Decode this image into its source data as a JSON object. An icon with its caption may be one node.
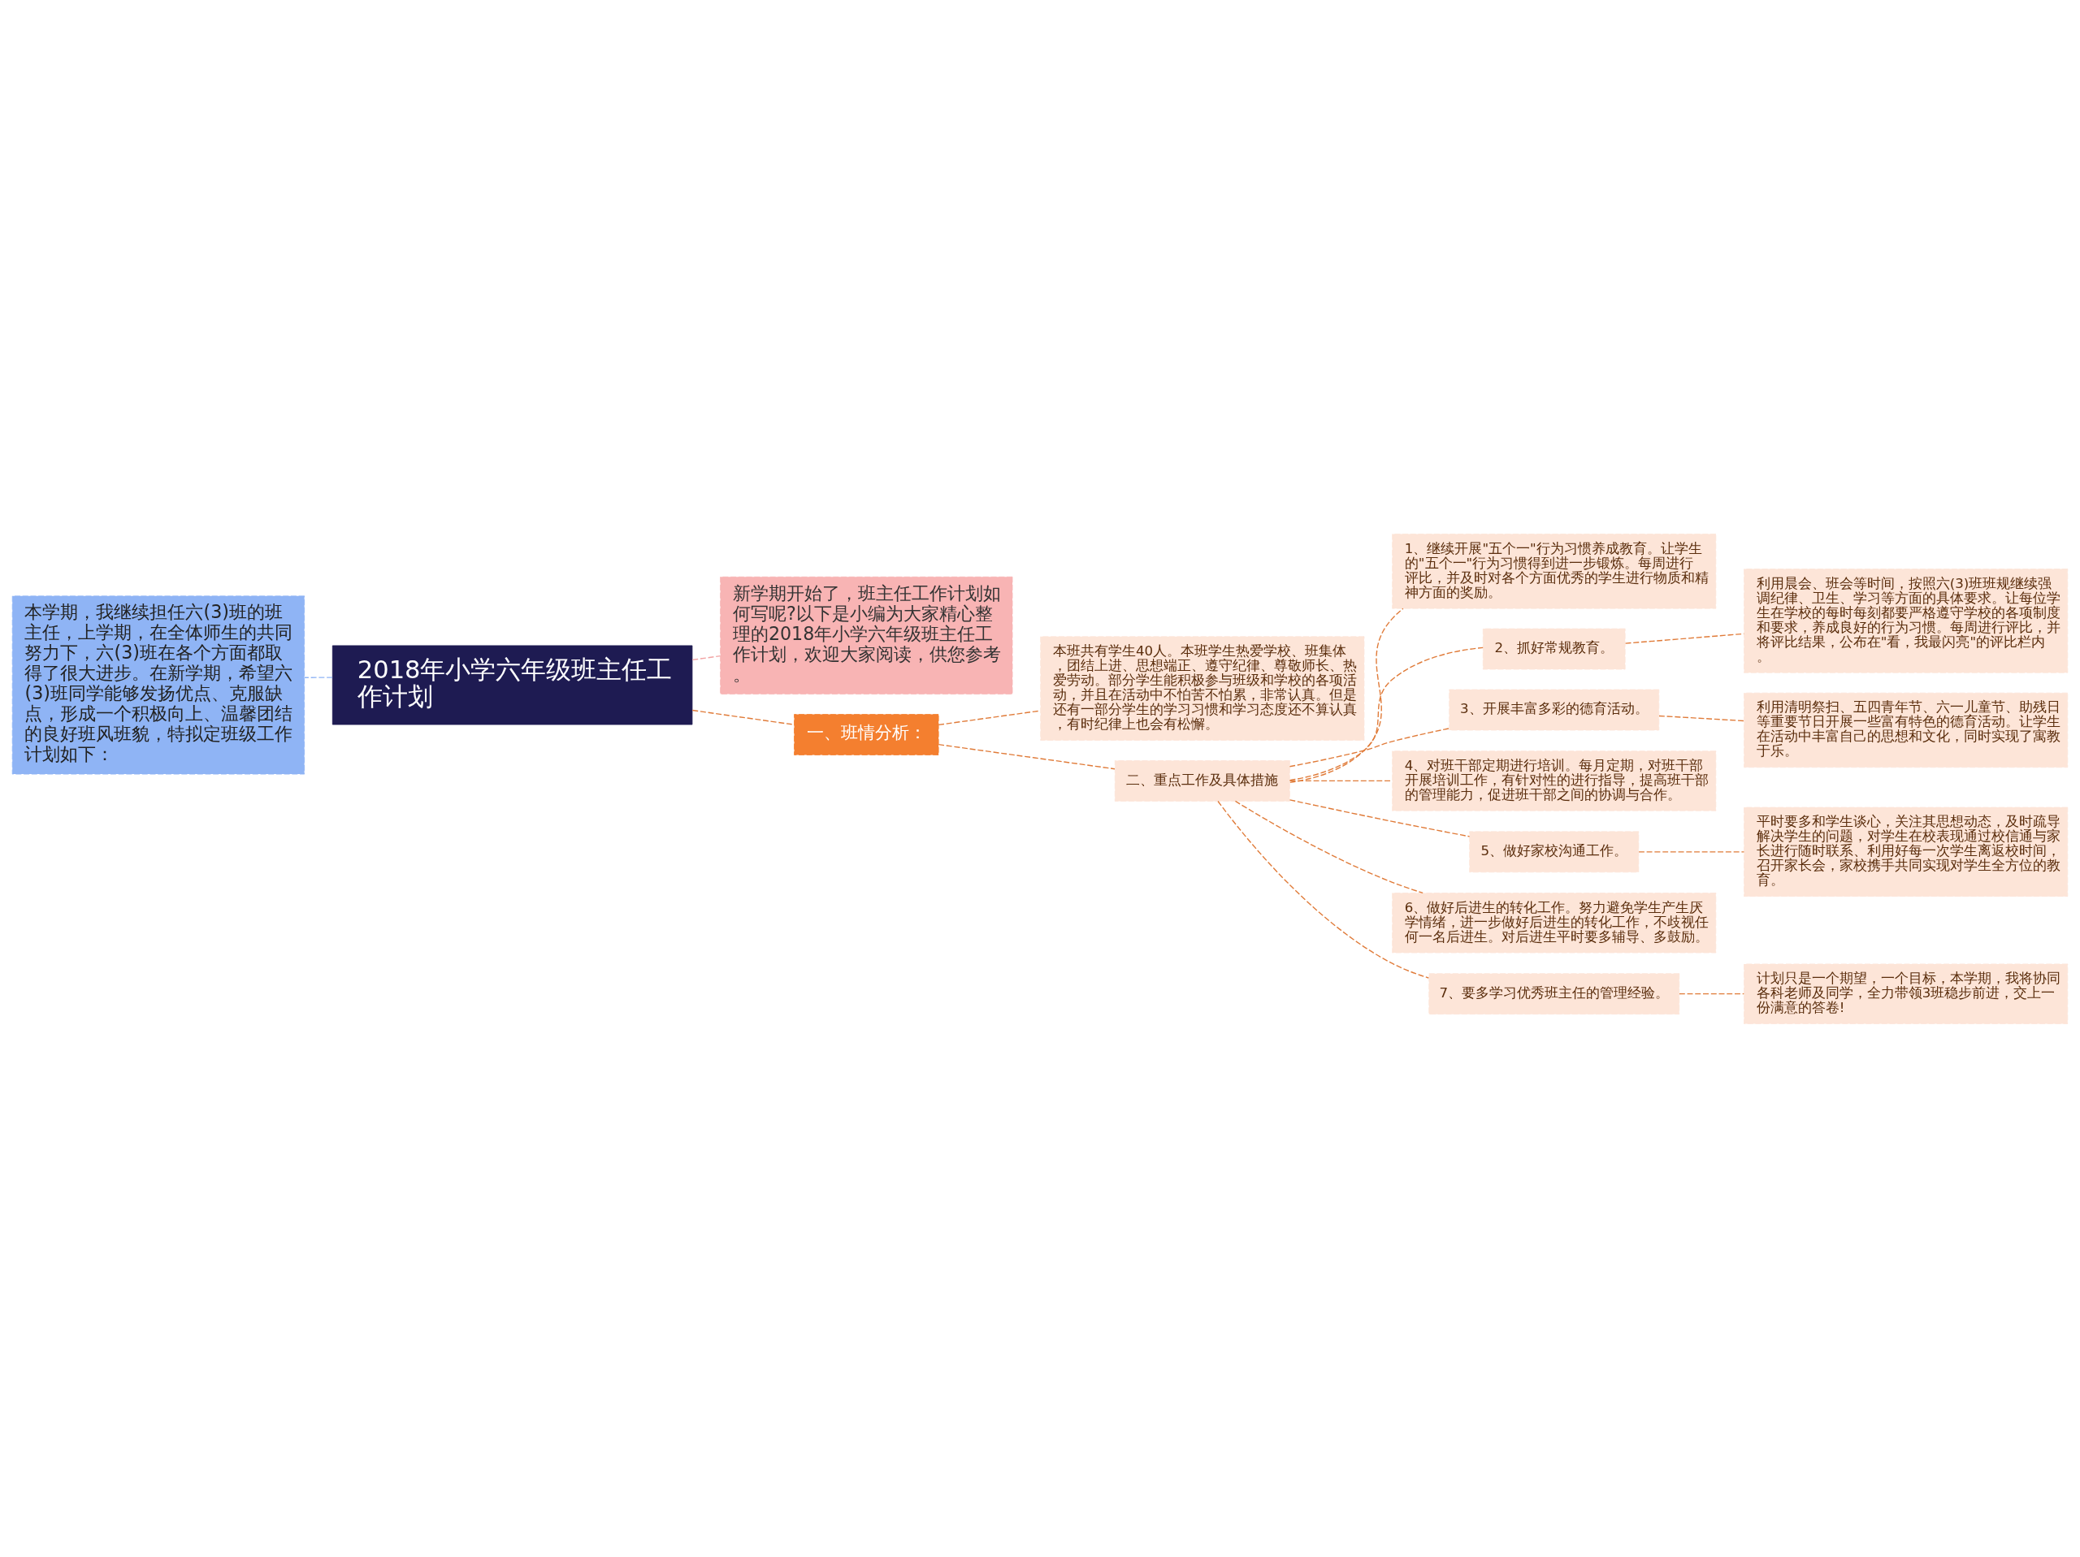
{
  "diagram": {
    "nodes": [
      {
        "text": [
          "2018年小学六年级班主任工作计划"
        ]
      },
      {
        "text": [
          "本学期，我继续担任六(3)班的班主任，上学期，在全体师生的共同努力下，六(3)班在各个方面都取得了很大进步。在新学期，希望六(3)班同学能够发扬优点、克服缺点，形成一个积极向上、温馨团结的良好班风班貌，特拟定班级工作计划如下："
        ]
      },
      {
        "text": [
          "新学期开始了，班主任工作计划如何写呢?以下是小编为大家精心整理的2018年小学六年级班主任工作计划，欢迎大家阅读，供您参考。"
        ]
      },
      {
        "text": [
          "一、班情分析："
        ]
      },
      {
        "text": [
          "本班共有学生40人。本班学生热爱学校、班集体，团结上进、思想端正、遵守纪律、尊敬师长、热爱劳动。部分学生能积极参与班级和学校的各项活动，并且在活动中不怕苦不怕累，非常认真。但是还有一部分学生的学习习惯和学习态度还不算认真，有时纪律上也会有松懈。"
        ]
      },
      {
        "text": [
          "二、重点工作及具体措施"
        ]
      },
      {
        "text": [
          "1、继续开展\"五个一\"行为习惯养成教育。让学生的\"五个一\"行为习惯得到进一步锻炼。每周进行评比，并及时对各个方面优秀的学生进行物质和精神方面的奖励。"
        ]
      },
      {
        "text": [
          "2、抓好常规教育。"
        ]
      },
      {
        "text": [
          "利用晨会、班会等时间，按照六(3)班班规继续强调纪律、卫生、学习等方面的具体要求。让每位学生在学校的每时每刻都要严格遵守学校的各项制度和要求，养成良好的行为习惯。每周进行评比，并将评比结果，公布在\"看，我最闪亮\"的评比栏内。"
        ]
      },
      {
        "text": [
          "3、开展丰富多彩的德育活动。"
        ]
      },
      {
        "text": [
          "利用清明祭扫、五四青年节、六一儿童节、助残日等重要节日开展一些富有特色的德育活动。让学生在活动中丰富自己的思想和文化，同时实现了寓教于乐。"
        ]
      },
      {
        "text": [
          "4、对班干部定期进行培训。每月定期，对班干部开展培训工作，有针对性的进行指导，提高班干部的管理能力，促进班干部之间的协调与合作。"
        ]
      },
      {
        "text": [
          "5、做好家校沟通工作。"
        ]
      },
      {
        "text": [
          "平时要多和学生谈心，关注其思想动态，及时疏导解决学生的问题，对学生在校表现通过校信通与家长进行随时联系、利用好每一次学生离返校时间，召开家长会，家校携手共同实现对学生全方位的教育。"
        ]
      },
      {
        "text": [
          "6、做好后进生的转化工作。努力避免学生产生厌学情绪，进一步做好后进生的转化工作，不歧视任何一名后进生。对后进生平时要多辅导、多鼓励。"
        ]
      },
      {
        "text": [
          "7、要多学习优秀班主任的管理经验。"
        ]
      },
      {
        "text": [
          "计划只是一个期望，一个目标，本学期，我将协同各科老师及同学，全力带领3班稳步前进，交上一份满意的答卷!"
        ]
      }
    ],
    "edges": [
      {
        "from": 0,
        "to": 1,
        "arrow": "none",
        "style": "dashed",
        "color": "#8fb4f5"
      },
      {
        "from": 0,
        "to": 2,
        "arrow": "none",
        "style": "dashed",
        "color": "#f2a3a3"
      },
      {
        "from": 0,
        "to": 3,
        "arrow": "none",
        "style": "dashed"
      },
      {
        "from": 3,
        "to": 4,
        "arrow": "none",
        "style": "dashed"
      },
      {
        "from": 3,
        "to": 5,
        "arrow": "none",
        "style": "dashed"
      },
      {
        "from": 5,
        "to": 6,
        "arrow": "none",
        "style": "dashed"
      },
      {
        "from": 5,
        "to": 7,
        "arrow": "none",
        "style": "dashed"
      },
      {
        "from": 7,
        "to": 8,
        "arrow": "none",
        "style": "dashed"
      },
      {
        "from": 5,
        "to": 9,
        "arrow": "none",
        "style": "dashed"
      },
      {
        "from": 9,
        "to": 10,
        "arrow": "none",
        "style": "dashed"
      },
      {
        "from": 5,
        "to": 11,
        "arrow": "none",
        "style": "dashed"
      },
      {
        "from": 5,
        "to": 12,
        "arrow": "none",
        "style": "dashed"
      },
      {
        "from": 12,
        "to": 13,
        "arrow": "none",
        "style": "dashed"
      },
      {
        "from": 5,
        "to": 14,
        "arrow": "none",
        "style": "dashed"
      },
      {
        "from": 5,
        "to": 15,
        "arrow": "none",
        "style": "dashed"
      },
      {
        "from": 15,
        "to": 16,
        "arrow": "none",
        "style": "dashed"
      }
    ]
  }
}
